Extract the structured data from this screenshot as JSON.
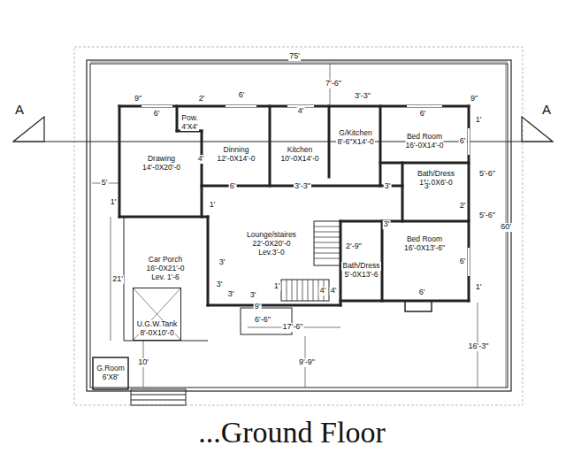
{
  "diagram": {
    "caption": "...Ground Floor",
    "nodes": [
      {
        "text": [
          "Drawing",
          "14'-0X20'-0"
        ]
      },
      {
        "text": [
          "Pow.",
          "4'X4'"
        ]
      },
      {
        "text": [
          "Dinning",
          "12'-0X14'-0"
        ]
      },
      {
        "text": [
          "Kitchen",
          "10'-0X14'-0"
        ]
      },
      {
        "text": [
          "G/Kitchen",
          "8'-6\"X14'-0"
        ]
      },
      {
        "text": [
          "Bed Room",
          "16'-0X14'-0"
        ]
      },
      {
        "text": [
          "Bath/Dress",
          "11'-0X6'-0"
        ]
      },
      {
        "text": [
          "Lounge/staires",
          "22'-0X20'-0",
          "Lev.3'-0"
        ]
      },
      {
        "text": [
          "Bath/Dress",
          "5'-0X13'-6"
        ]
      },
      {
        "text": [
          "Bed Room",
          "16'-0X13'-6\""
        ]
      },
      {
        "text": [
          "Car Porch",
          "16'-0X21'-0",
          "Lev. 1'-6"
        ]
      },
      {
        "text": [
          "U.G.W.Tank",
          "8'-0X10'-0"
        ],
        "in": 10
      },
      {
        "text": [
          "G.Room",
          "6'X8'"
        ]
      }
    ],
    "labels": [
      "A",
      "A",
      "75'",
      "7'-6\"",
      "9\"",
      "2'",
      "6'",
      "3'-3\"",
      "9\"",
      "6'",
      "4'",
      "6'",
      "1'",
      "6'",
      "4'",
      "5'-6\"",
      "5'",
      "6'",
      "3'-3\"",
      "3'",
      "3'",
      "2'",
      "1'",
      "1'",
      "5'-6\"",
      "60'",
      "3'",
      "2'-9\"",
      "6'",
      "3'",
      "21'",
      "3'",
      "1'",
      "4'",
      "4'",
      "6'",
      "1'",
      "3'",
      "3'",
      "9'",
      "6'-6\"",
      "17'-6\"",
      "16'-3\"",
      "10'",
      "9'-9\""
    ]
  }
}
